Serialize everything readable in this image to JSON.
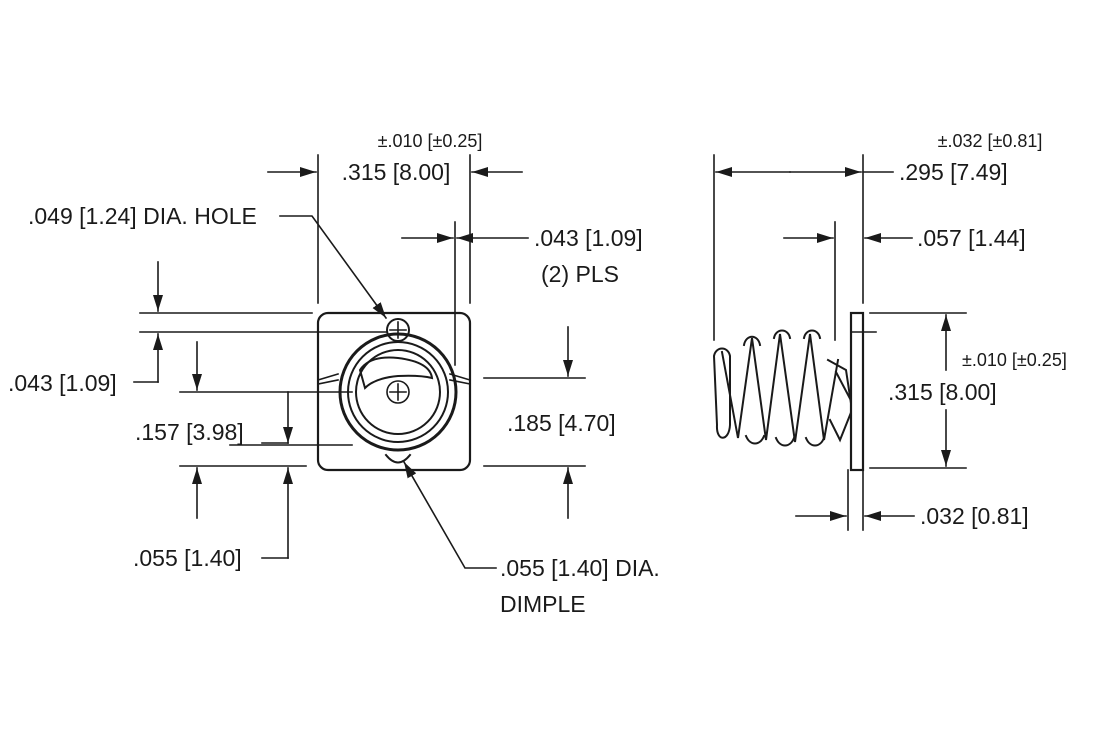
{
  "front_view": {
    "width_tol": "±.010 [±0.25]",
    "width": ".315 [8.00]",
    "hole_label": ".049 [1.24] DIA. HOLE",
    "slot_width": ".043 [1.09]",
    "slot_width_qty": "(2) PLS",
    "hole_offset": ".043 [1.09]",
    "center_height": ".157 [3.98]",
    "slot_height": ".185 [4.70]",
    "bottom_offset": ".055 [1.40]",
    "dimple_label_line1": ".055 [1.40] DIA.",
    "dimple_label_line2": "DIMPLE"
  },
  "side_view": {
    "length_tol": "±.032 [±0.81]",
    "length": ".295 [7.49]",
    "tab_offset": ".057 [1.44]",
    "height_tol": "±.010 [±0.25]",
    "height": ".315 [8.00]",
    "thickness": ".032 [0.81]"
  }
}
